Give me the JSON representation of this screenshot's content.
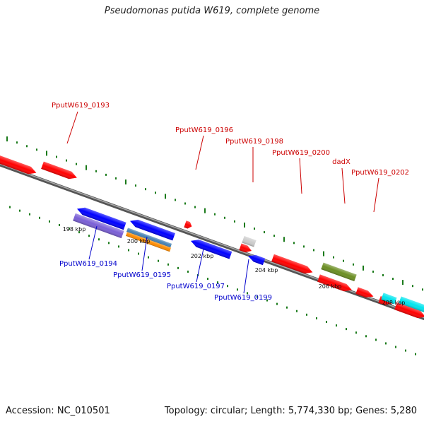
{
  "title": "Pseudomonas putida W619, complete genome",
  "footer": {
    "accession": "Accession: NC_010501",
    "meta": "Topology: circular; Length: 5,774,330 bp; Genes: 5,280"
  },
  "colors": {
    "plus_strand_label": "#cc0000",
    "minus_strand_label": "#0000cc",
    "backbone": "#777777",
    "tick": "#1a7a1a"
  },
  "scale_labels": [
    "198 kbp",
    "200 kbp",
    "202 kbp",
    "204 kbp",
    "206 kbp",
    "208 kbp"
  ],
  "genes_top": [
    {
      "label": "PputW619_0193",
      "color": "#ff0000"
    },
    {
      "label": "PputW619_0196",
      "color": "#ff0000"
    },
    {
      "label": "PputW619_0198",
      "color": "#cccccc"
    },
    {
      "label": "PputW619_0200",
      "color": "#ff0000"
    },
    {
      "label": "dadX",
      "color": "#6b8e23"
    },
    {
      "label": "PputW619_0202",
      "color": "#ff0000"
    }
  ],
  "genes_bottom": [
    {
      "label": "PputW619_0194",
      "color": "#7a5fd6"
    },
    {
      "label": "PputW619_0195",
      "color": "#4682b4"
    },
    {
      "label": "PputW619_0197",
      "color": "#0000ff"
    },
    {
      "label": "PputW619_0199",
      "color": "#0000ff"
    }
  ]
}
